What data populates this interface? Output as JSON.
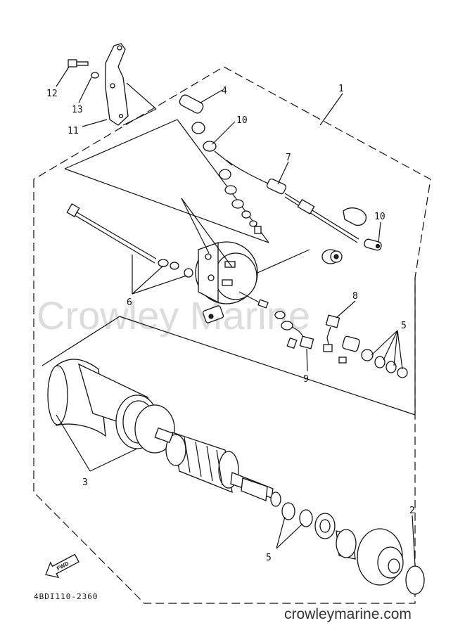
{
  "watermark": "Crowley Marine",
  "site_url": "crowleymarine.com",
  "diagram_code": "4BDI110-2360",
  "fwd_label": "FWD",
  "callouts": {
    "c1": "1",
    "c2": "2",
    "c3": "3",
    "c4": "4",
    "c5a": "5",
    "c5b": "5",
    "c6": "6",
    "c7": "7",
    "c8": "8",
    "c9": "9",
    "c10a": "10",
    "c10b": "10",
    "c11": "11",
    "c12": "12",
    "c13": "13"
  }
}
